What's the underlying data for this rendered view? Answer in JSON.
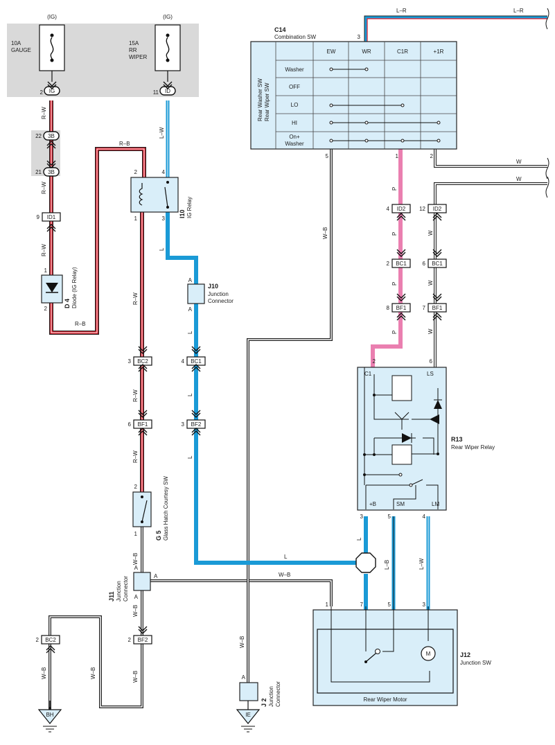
{
  "fuses": [
    {
      "source": "(IG)",
      "rating": "10A",
      "name": "GAUGE",
      "pin": "2",
      "connector": "IG"
    },
    {
      "source": "(IG)",
      "rating": "15A",
      "name_line1": "RR",
      "name_line2": "WIPER",
      "pin": "11",
      "connector": "ID"
    }
  ],
  "connectors": {
    "c3b22": {
      "name": "3B",
      "pin": "22"
    },
    "c3b21": {
      "name": "3B",
      "pin": "21"
    },
    "id1": {
      "name": "ID1",
      "pin": "9"
    },
    "bc2a": {
      "name": "BC2",
      "pin": "3"
    },
    "bf1a": {
      "name": "BF1",
      "pin": "6"
    },
    "bf2a": {
      "name": "BF2",
      "pin": "2"
    },
    "bc2b": {
      "name": "BC2",
      "pin": "2"
    },
    "bc1a": {
      "name": "BC1",
      "pin": "4"
    },
    "bf2b": {
      "name": "BF2",
      "pin": "3"
    },
    "id2a": {
      "name": "ID2",
      "pin": "4"
    },
    "bc1b": {
      "name": "BC1",
      "pin": "2"
    },
    "bf1b": {
      "name": "BF1",
      "pin": "8"
    },
    "id2b": {
      "name": "ID2",
      "pin": "12"
    },
    "bc1c": {
      "name": "BC1",
      "pin": "6"
    },
    "bf1c": {
      "name": "BF1",
      "pin": "7"
    }
  },
  "wire_labels": {
    "rw": "R–W",
    "rb": "R–B",
    "lw": "L–W",
    "wb": "W–B",
    "l": "L",
    "lr": "L–R",
    "w": "W",
    "p": "P",
    "lb": "L–B"
  },
  "ig_relay": {
    "code": "I10",
    "name": "IG Relay",
    "pin_a": "2",
    "pin_b": "4",
    "pin_c": "1",
    "pin_d": "3"
  },
  "diode": {
    "code": "D 4",
    "name": "Diode (IG Relay)",
    "pin_in": "1",
    "pin_out": "2"
  },
  "j10": {
    "code": "J10",
    "name_line1": "Junction",
    "name_line2": "Connector",
    "pin_a": "A",
    "pin_b": "A"
  },
  "g5": {
    "code": "G 5",
    "name": "Glass Hatch Courtesy SW",
    "pin_a": "2",
    "pin_b": "1"
  },
  "j11": {
    "code": "J11",
    "name_line1": "Junction",
    "name_line2": "Connector",
    "pin_top": "A",
    "pin_right": "A",
    "pin_bottom": "A"
  },
  "j2": {
    "code": "J 2",
    "name_line1": "Junction",
    "name_line2": "Connector",
    "pin": "A"
  },
  "grounds": [
    "BH",
    "IE"
  ],
  "c14": {
    "code": "C14",
    "name": "Combination SW",
    "pin_top": "3",
    "columns": [
      "EW",
      "WR",
      "C1R",
      "+1R"
    ],
    "rows": [
      "Washer",
      "OFF",
      "LO",
      "HI",
      "On+",
      "Washer"
    ],
    "side_label1": "Rear Washer SW",
    "side_label2": "Rear Wiper SW",
    "pin_5": "5",
    "pin_1": "1",
    "pin_2": "2"
  },
  "r13": {
    "code": "R13",
    "name": "Rear Wiper Relay",
    "terminals": {
      "c1": "C1",
      "ls": "LS",
      "b": "+B",
      "sm": "SM",
      "lm": "LM"
    },
    "pin_2": "2",
    "pin_6": "6",
    "pin_3": "3",
    "pin_5": "5",
    "pin_4": "4"
  },
  "motor": {
    "name": "Rear Wiper Motor",
    "symbol": "M",
    "pin_1": "1",
    "pin_7": "7",
    "pin_5": "5",
    "pin_3": "3"
  },
  "j12": {
    "code": "J12",
    "name": "Junction SW"
  },
  "colors": {
    "red_wire": "#e21b2a",
    "blue_wire": "#1a9ad6",
    "pink_wire": "#ea7fb0",
    "component_fill": "#d9eef9",
    "fuse_block": "#d9d9d9"
  }
}
